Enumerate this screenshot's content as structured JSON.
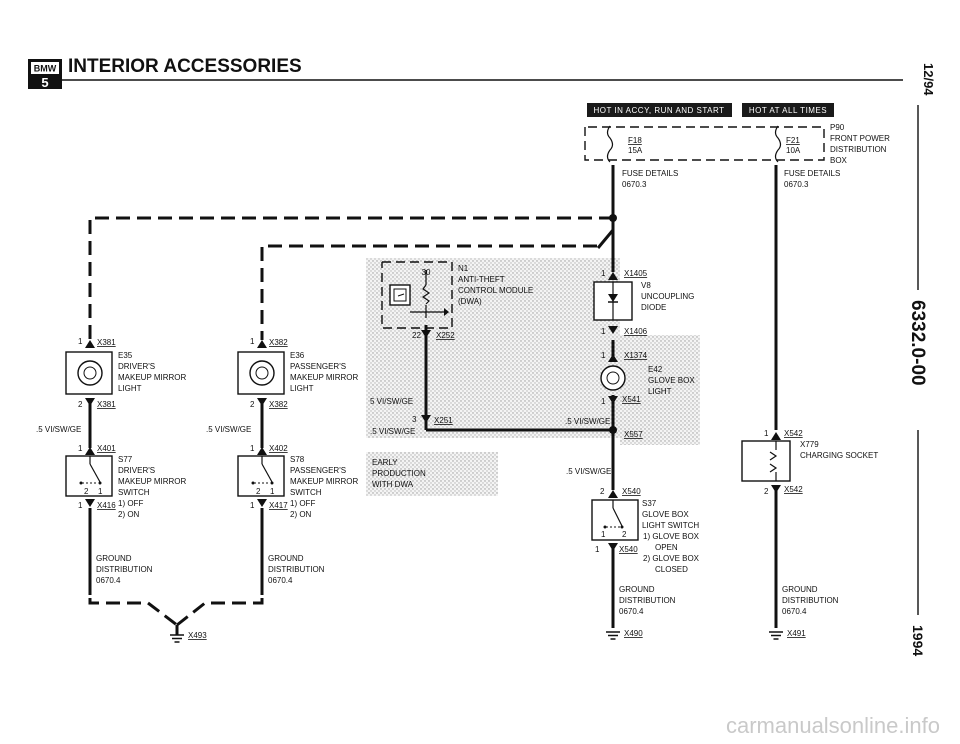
{
  "header": {
    "logo_top": "BMW",
    "logo_bottom": "5",
    "title": "INTERIOR ACCESSORIES"
  },
  "side": {
    "date": "12/94",
    "doc_number": "6332.0-00",
    "year": "1994"
  },
  "watermark": "carmanualsonline.info",
  "power_bars": {
    "accy": "HOT IN ACCY, RUN AND START",
    "always": "HOT AT ALL TIMES"
  },
  "fuse_box": {
    "name": "P90",
    "desc": [
      "FRONT POWER",
      "DISTRIBUTION",
      "BOX"
    ],
    "fuse1": {
      "name": "F18",
      "rating": "15A",
      "detail": [
        "FUSE DETAILS",
        "0670.3"
      ]
    },
    "fuse2": {
      "name": "F21",
      "rating": "10A",
      "detail": [
        "FUSE DETAILS",
        "0670.3"
      ]
    }
  },
  "anti_theft": {
    "name": "N1",
    "desc": [
      "ANTI-THEFT",
      "CONTROL MODULE",
      "(DWA)"
    ],
    "pin_top": "30",
    "pin_bottom": "22",
    "pin_bottom_conn": "X252",
    "pin_3": "3",
    "pin_3_conn": "X251"
  },
  "early_note": [
    "EARLY",
    "PRODUCTION",
    "WITH DWA"
  ],
  "wire_labels": {
    "vi_sw_ge_1": "5 VI/SW/GE",
    "vi_sw_ge_2": ".5 VI/SW/GE",
    "vi_sw_ge_3": ".5 VI/SW/GE",
    "vi_sw_ge_4": ".5 VI/SW/GE",
    "vi_sw_ge_5": ".5 VI/SW/GE",
    "vi_sw_ge_6": ".5 VI/SW/GE"
  },
  "splice": "X557",
  "diode": {
    "name": "V8",
    "desc": [
      "UNCOUPLING",
      "DIODE"
    ],
    "pin_top": "1",
    "conn_top": "X1405",
    "pin_bottom": "1",
    "conn_bottom": "X1406"
  },
  "glove_light": {
    "name": "E42",
    "desc": [
      "GLOVE BOX",
      "LIGHT"
    ],
    "pin_top": "1",
    "conn_top": "X1374",
    "pin_bottom": "1",
    "conn_bottom": "X541"
  },
  "glove_switch": {
    "name": "S37",
    "desc": [
      "GLOVE BOX",
      "LIGHT SWITCH"
    ],
    "states": [
      "1)  GLOVE BOX",
      "OPEN",
      "2)  GLOVE BOX",
      "CLOSED"
    ],
    "pin_top": "2",
    "conn_top": "X540",
    "pin_bottom": "1",
    "conn_bottom": "X540",
    "inner": [
      "1",
      "2"
    ]
  },
  "e35": {
    "name": "E35",
    "desc": [
      "DRIVER'S",
      "MAKEUP MIRROR",
      "LIGHT"
    ],
    "pin_top": "1",
    "conn_top": "X381",
    "pin_bottom": "2",
    "conn_bottom": "X381"
  },
  "e36": {
    "name": "E36",
    "desc": [
      "PASSENGER'S",
      "MAKEUP MIRROR",
      "LIGHT"
    ],
    "pin_top": "1",
    "conn_top": "X382",
    "pin_bottom": "2",
    "conn_bottom": "X382"
  },
  "s77": {
    "name": "S77",
    "desc": [
      "DRIVER'S",
      "MAKEUP MIRROR",
      "SWITCH"
    ],
    "states": [
      "1)  OFF",
      "2)  ON"
    ],
    "pin_top": "1",
    "conn_top": "X401",
    "pin_bottom": "1",
    "conn_bottom": "X416",
    "inner": [
      "2",
      "1"
    ]
  },
  "s78": {
    "name": "S78",
    "desc": [
      "PASSENGER'S",
      "MAKEUP MIRROR",
      "SWITCH"
    ],
    "states": [
      "1)  OFF",
      "2)  ON"
    ],
    "pin_top": "1",
    "conn_top": "X402",
    "pin_bottom": "1",
    "conn_bottom": "X417",
    "inner": [
      "2",
      "1"
    ]
  },
  "x779": {
    "name": "X779",
    "desc": [
      "CHARGING SOCKET"
    ],
    "pin_top": "1",
    "conn_top": "X542",
    "pin_bottom": "2",
    "conn_bottom": "X542"
  },
  "grounds": {
    "left": {
      "desc": [
        "GROUND",
        "DISTRIBUTION",
        "0670.4"
      ]
    },
    "mid": {
      "desc": [
        "GROUND",
        "DISTRIBUTION",
        "0670.4"
      ]
    },
    "glove": {
      "desc": [
        "GROUND",
        "DISTRIBUTION",
        "0670.4"
      ]
    },
    "socket": {
      "desc": [
        "GROUND",
        "DISTRIBUTION",
        "0670.4"
      ]
    },
    "x493": "X493",
    "x490": "X490",
    "x491": "X491"
  }
}
